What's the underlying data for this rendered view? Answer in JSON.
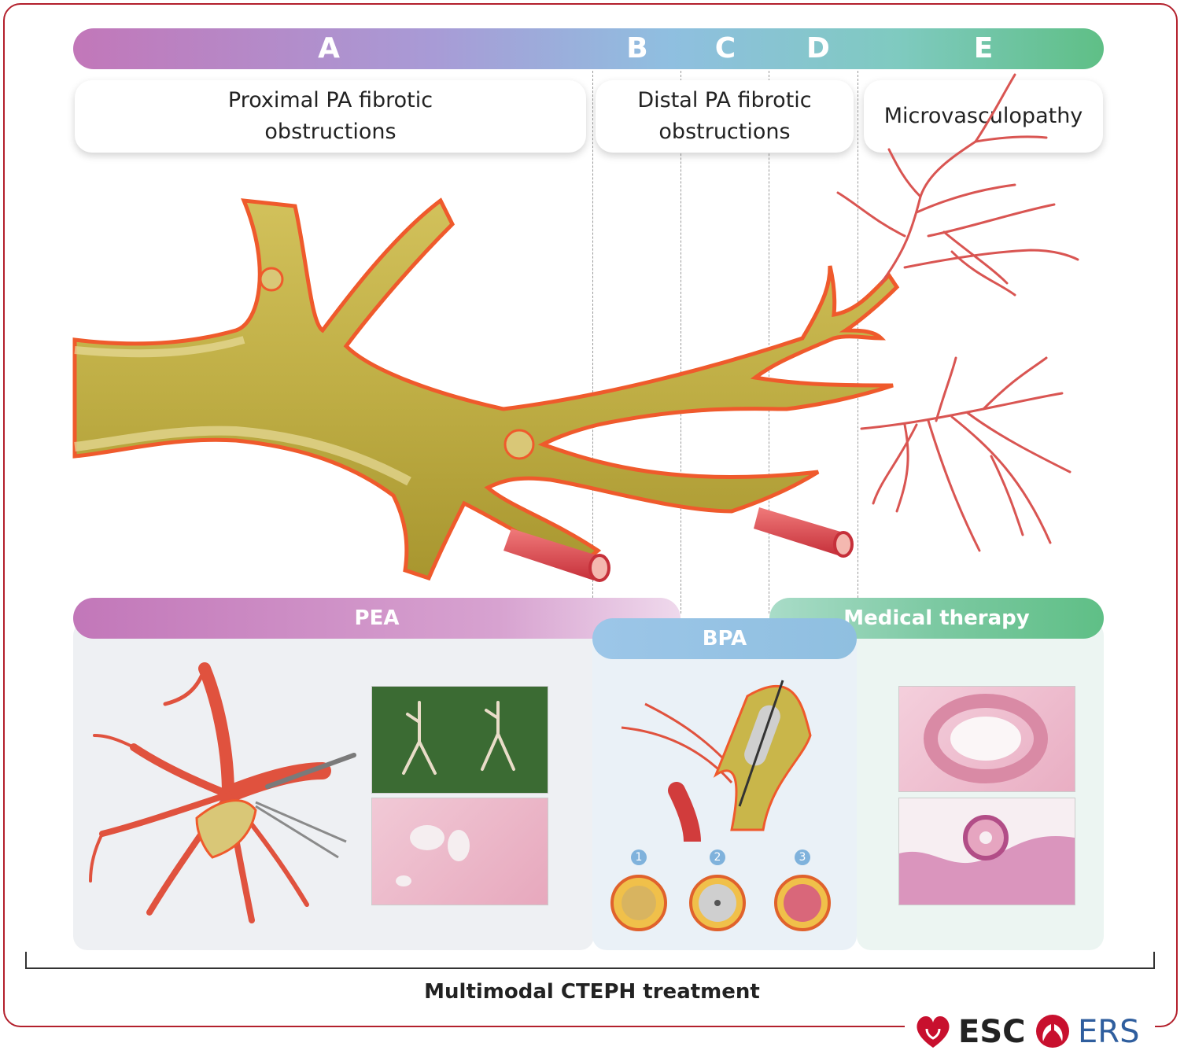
{
  "stages": {
    "a": "A",
    "b": "B",
    "c": "C",
    "d": "D",
    "e": "E"
  },
  "lesion_types": {
    "proximal": "Proximal PA fibrotic\nobstructions",
    "distal": "Distal PA fibrotic\nobstructions",
    "micro": "Microvasculopathy"
  },
  "treatments": {
    "pea": "PEA",
    "bpa": "BPA",
    "medical": "Medical therapy"
  },
  "bpa_steps": [
    "1",
    "2",
    "3"
  ],
  "footer": {
    "title": "Multimodal CTEPH treatment",
    "logo_esc": "ESC",
    "logo_ers": "ERS"
  },
  "colors": {
    "frame": "#b3202c",
    "vessel_fill": "#c9b64a",
    "vessel_wall": "#ef5a2c",
    "pea_pill": "#c277b9",
    "bpa_pill": "#8fbfe0",
    "medical_pill": "#5fbf86"
  }
}
